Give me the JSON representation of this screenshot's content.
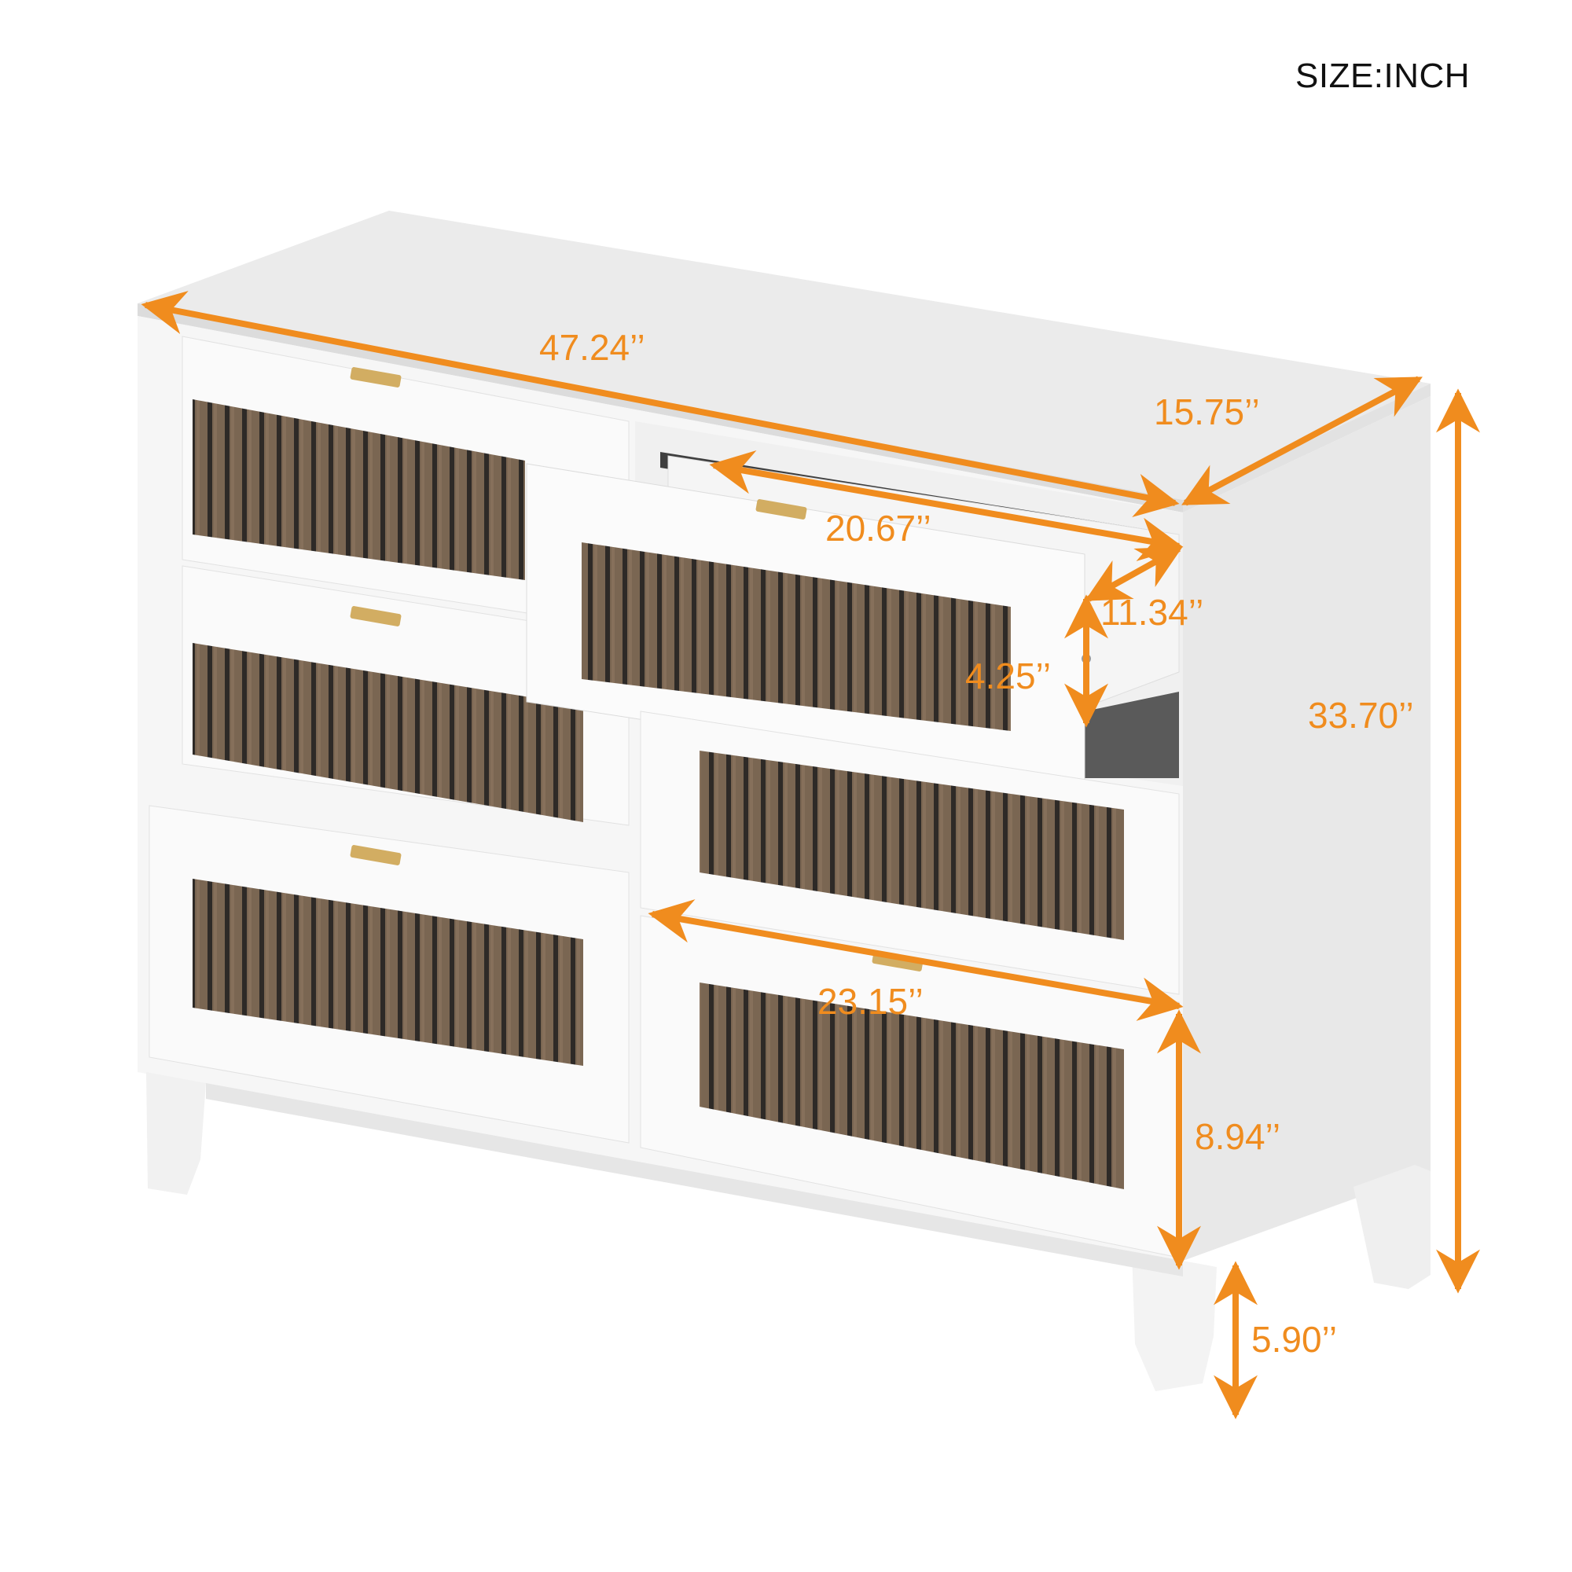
{
  "header": {
    "unit_label": "SIZE:INCH"
  },
  "product": {
    "type": "dresser",
    "drawers": 6,
    "body_color": "#f4f4f4",
    "panel_color": "#7a6652",
    "slat_color": "#2e2a27",
    "handle_color": "#d2ad62"
  },
  "annotation_color": "#f08c1e",
  "dimensions": {
    "overall_width": "47.24’’",
    "overall_depth": "15.75’’",
    "overall_height": "33.70’’",
    "drawer_inner_width": "20.67’’",
    "drawer_inner_depth": "11.34’’",
    "drawer_inner_height": "4.25’’",
    "large_drawer_width": "23.15’’",
    "large_drawer_height": "8.94’’",
    "leg_height": "5.90’’"
  }
}
